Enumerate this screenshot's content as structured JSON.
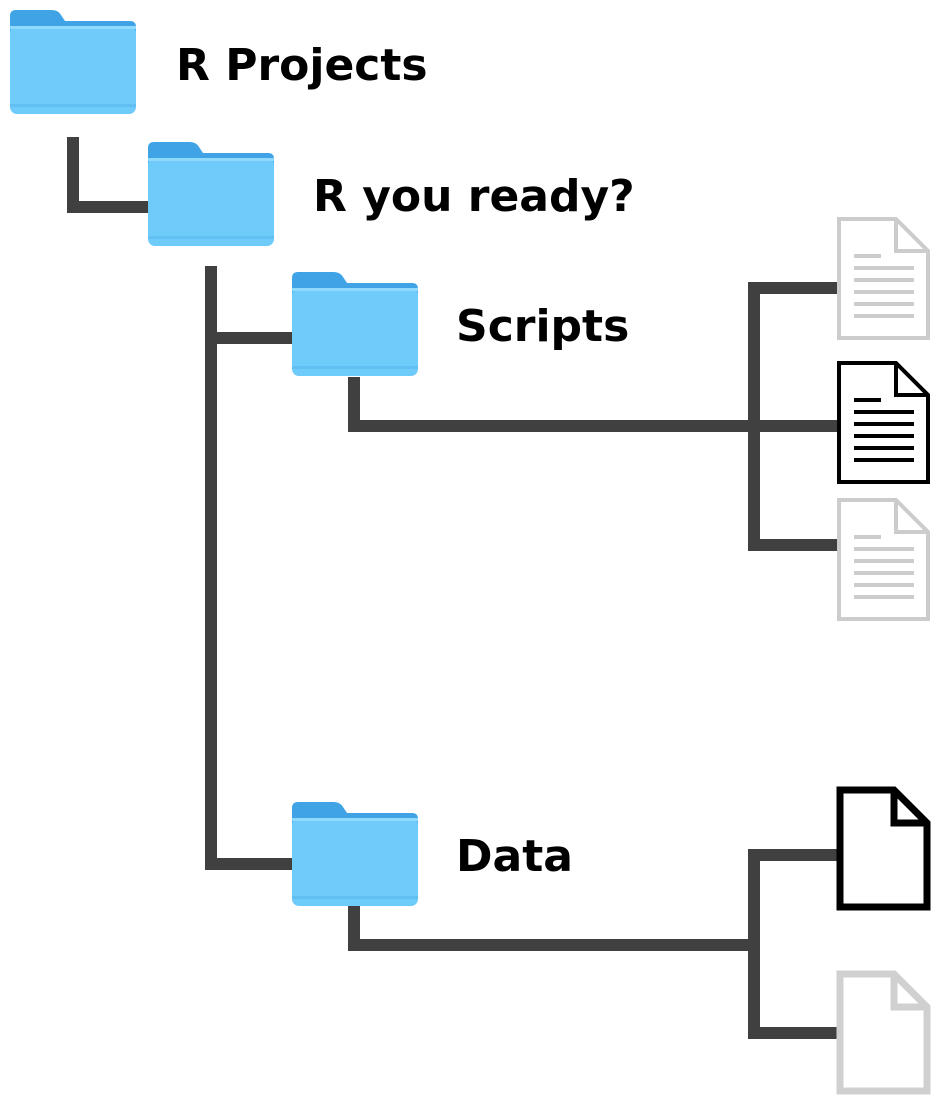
{
  "tree": {
    "root": {
      "label": "R Projects",
      "icon": "folder-icon"
    },
    "project": {
      "label": "R you ready?",
      "icon": "folder-icon"
    },
    "scripts": {
      "label": "Scripts",
      "icon": "folder-icon"
    },
    "data": {
      "label": "Data",
      "icon": "folder-icon"
    }
  },
  "files": {
    "scripts": [
      {
        "icon": "text-document-icon",
        "state": "dimmed"
      },
      {
        "icon": "text-document-icon",
        "state": "highlighted"
      },
      {
        "icon": "text-document-icon",
        "state": "dimmed"
      }
    ],
    "data": [
      {
        "icon": "blank-document-icon",
        "state": "highlighted"
      },
      {
        "icon": "blank-document-icon",
        "state": "dimmed"
      }
    ]
  },
  "colors": {
    "folder_front": "#6ECBFA",
    "folder_back": "#3FA3E6",
    "connector": "#404040",
    "file_highlighted": "#000000",
    "file_dimmed": "#CCCCCC"
  }
}
